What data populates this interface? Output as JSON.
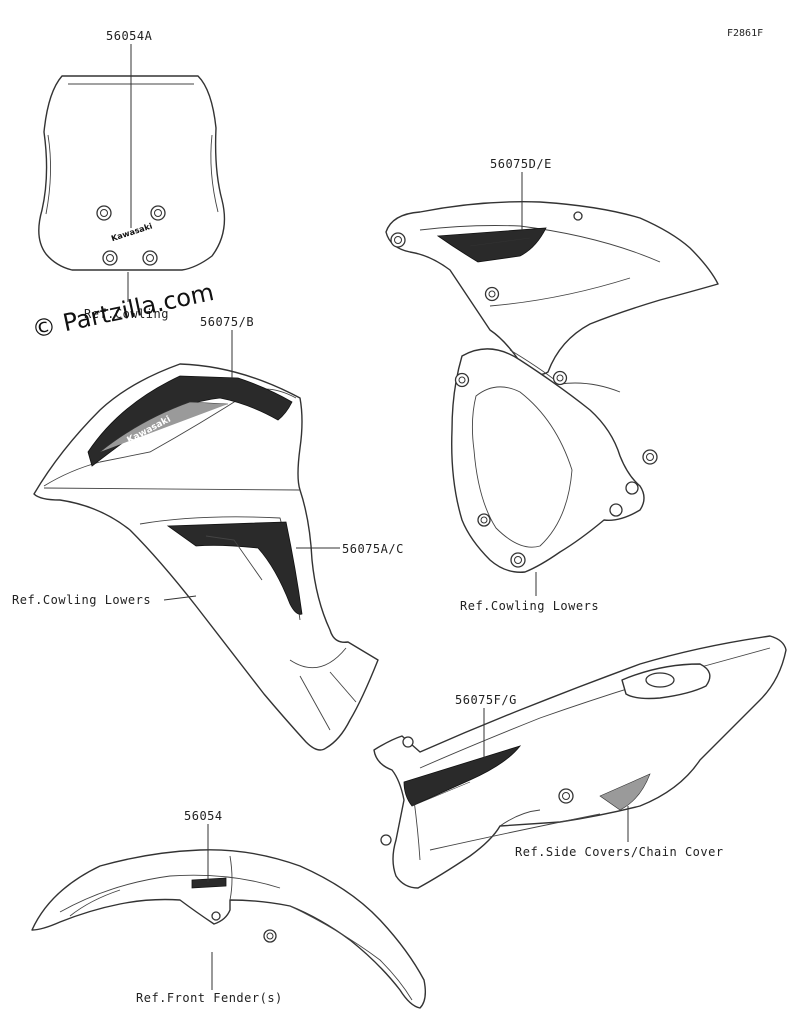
{
  "figure_code": "F2861F",
  "watermark": "© Partzilla.com",
  "labels": {
    "windshield_part": "56054A",
    "windshield_ref": "Ref.Cowling",
    "upper_cowl_part": "56075D/E",
    "upper_cowl_ref": "Ref.Cowling Lowers",
    "left_cowl_part": "56075/B",
    "left_cowl_part2": "56075A/C",
    "left_cowl_ref": "Ref.Cowling Lowers",
    "side_cover_part": "56075F/G",
    "side_cover_ref": "Ref.Side Covers/Chain Cover",
    "fender_part": "56054",
    "fender_ref": "Ref.Front Fender(s)"
  },
  "decal_text": {
    "windshield_logo": "Kawasaki",
    "cowl_logo": "Kawasaki"
  }
}
